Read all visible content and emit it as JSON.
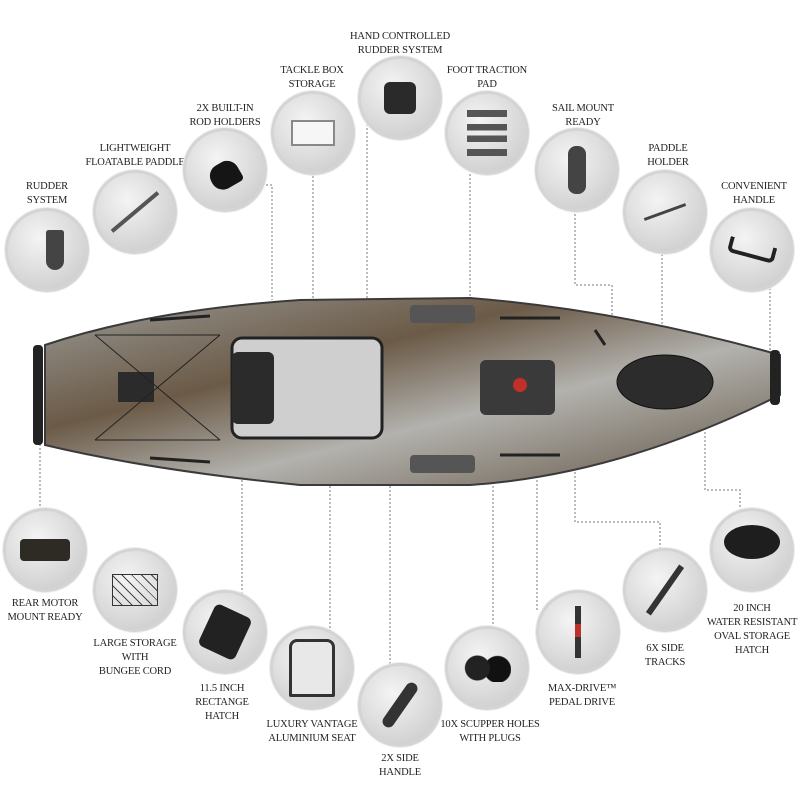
{
  "features_top": [
    {
      "id": "rudder-system",
      "label": "RUDDER\nSYSTEM",
      "icon": "rudder-icon"
    },
    {
      "id": "floatable-paddle",
      "label": "LIGHTWEIGHT\nFLOATABLE PADDLE",
      "icon": "paddle-icon"
    },
    {
      "id": "rod-holders",
      "label": "2X BUILT-IN\nROD HOLDERS",
      "icon": "rod-holder-icon"
    },
    {
      "id": "tackle-box",
      "label": "TACKLE BOX\nSTORAGE",
      "icon": "tackle-box-icon"
    },
    {
      "id": "hand-rudder",
      "label": "HAND CONTROLLED\nRUDDER SYSTEM",
      "icon": "rudder-lever-icon"
    },
    {
      "id": "foot-traction",
      "label": "FOOT TRACTION\nPAD",
      "icon": "traction-pad-icon"
    },
    {
      "id": "sail-mount",
      "label": "SAIL MOUNT\nREADY",
      "icon": "sail-mount-icon"
    },
    {
      "id": "paddle-holder",
      "label": "PADDLE\nHOLDER",
      "icon": "paddle-holder-icon"
    },
    {
      "id": "convenient-handle",
      "label": "CONVENIENT\nHANDLE",
      "icon": "handle-icon"
    }
  ],
  "features_bottom": [
    {
      "id": "rear-motor",
      "label": "REAR MOTOR\nMOUNT READY",
      "icon": "motor-mount-icon"
    },
    {
      "id": "large-storage",
      "label": "LARGE STORAGE\nWITH\nBUNGEE CORD",
      "icon": "bungee-storage-icon"
    },
    {
      "id": "rect-hatch",
      "label": "11.5 INCH\nRECTANGE\nHATCH",
      "icon": "rectangle-hatch-icon"
    },
    {
      "id": "seat",
      "label": "LUXURY VANTAGE\nALUMINIUM SEAT",
      "icon": "seat-icon"
    },
    {
      "id": "side-handle",
      "label": "2X SIDE\nHANDLE",
      "icon": "side-handle-icon"
    },
    {
      "id": "scupper",
      "label": "10X SCUPPER HOLES\nWITH PLUGS",
      "icon": "scupper-plug-icon"
    },
    {
      "id": "max-drive",
      "label": "MAX-DRIVE™\nPEDAL DRIVE",
      "icon": "pedal-drive-icon"
    },
    {
      "id": "side-tracks",
      "label": "6X SIDE\nTRACKS",
      "icon": "side-track-icon"
    },
    {
      "id": "oval-hatch",
      "label": "20 INCH\nWATER RESISTANT\nOVAL STORAGE\nHATCH",
      "icon": "oval-hatch-icon"
    }
  ],
  "colors": {
    "hull": "#6b5a47",
    "camo_light": "#a9a9a6",
    "deck_gray": "#585858",
    "circle_border": "#d4d4d4",
    "leader": "#777777"
  }
}
